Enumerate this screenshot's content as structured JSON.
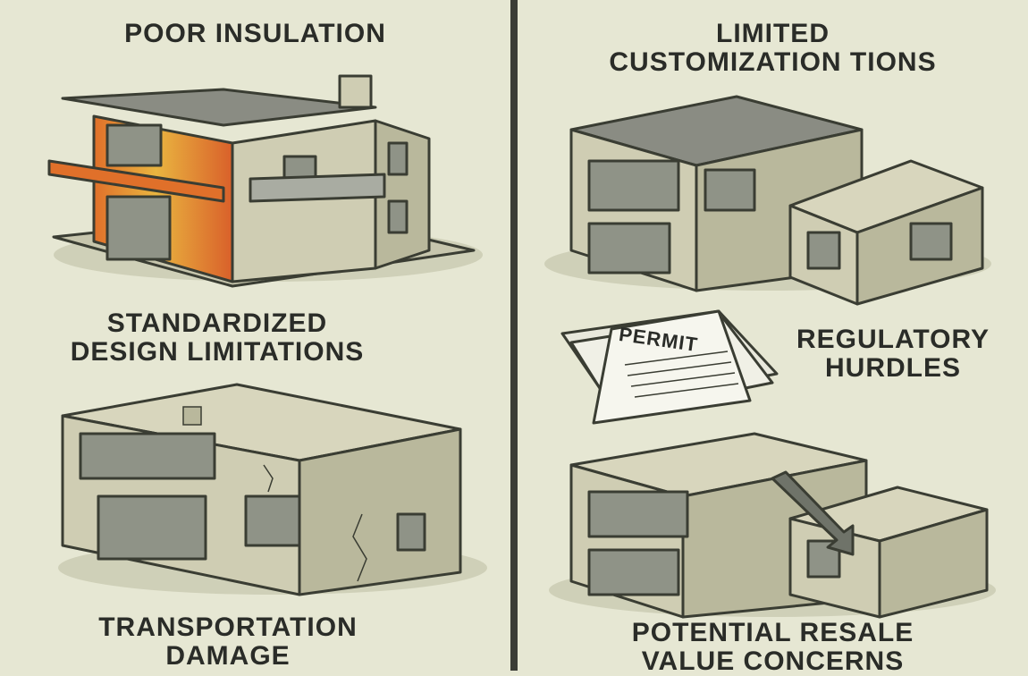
{
  "panels": {
    "left": {
      "top_caption": "POOR INSULATION",
      "middle_caption": [
        "STANDARDIZED",
        "DESIGN LIMITATIONS"
      ],
      "bottom_caption": [
        "TRANSPORTATION",
        "DAMAGE"
      ]
    },
    "right": {
      "top_caption": [
        "LIMITED",
        "CUSTOMIZATION TIONS"
      ],
      "middle_caption": [
        "REGULATORY",
        "HURDLES"
      ],
      "permit_label": "PERMIT",
      "bottom_caption": [
        "POTENTIAL RESALE",
        "VALUE CONCERNS"
      ]
    }
  },
  "colors": {
    "background": "#e6e7d3",
    "ink": "#3a3d33",
    "wall": "#cfcdb3",
    "wall_shade": "#b9b89c",
    "window": "#8f9387",
    "heat_orange": "#e0702a",
    "heat_yellow": "#e9b540"
  },
  "icons": [
    "house-illustration",
    "permit-document-icon",
    "downward-arrow-icon"
  ]
}
